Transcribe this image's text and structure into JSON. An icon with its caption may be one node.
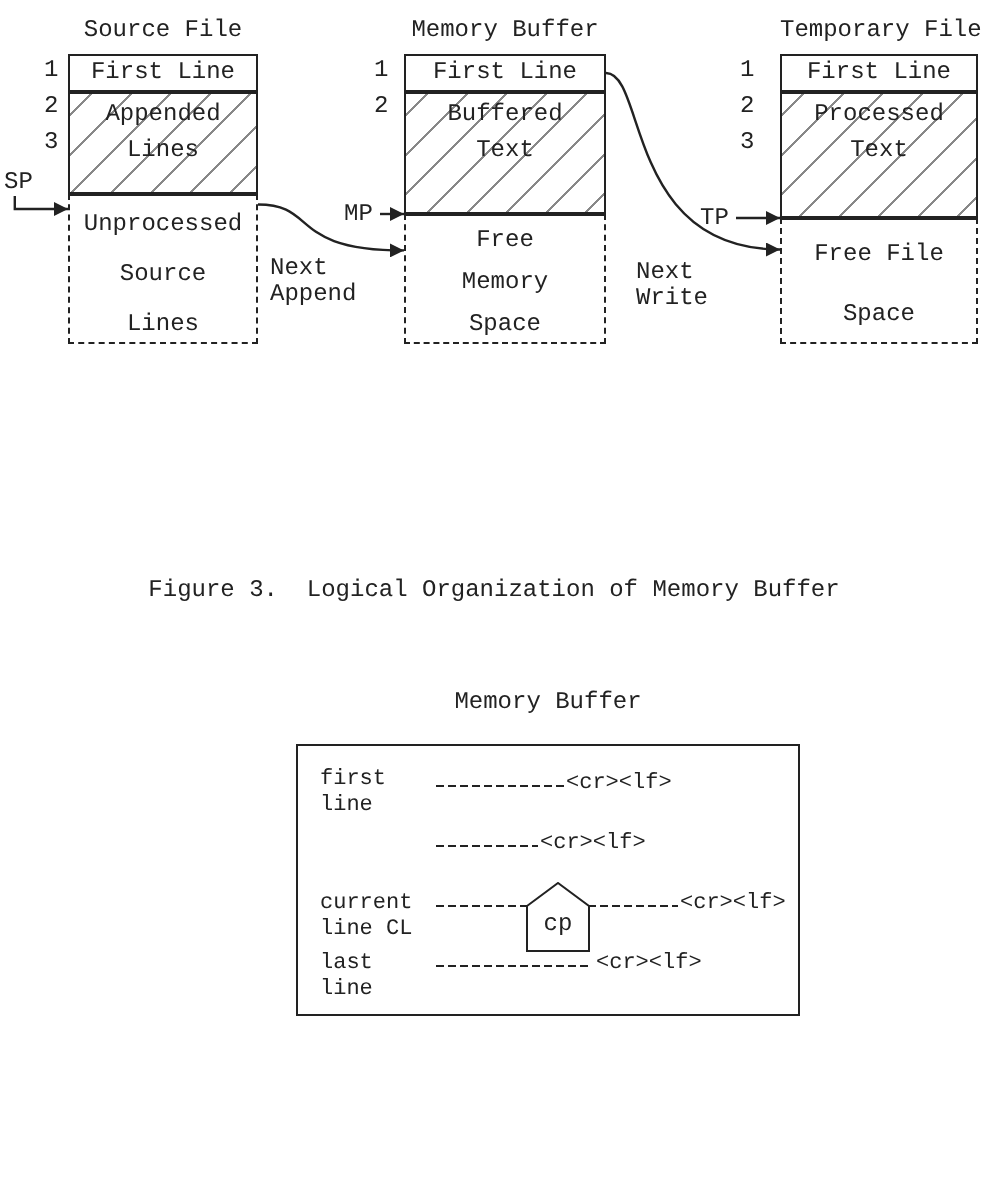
{
  "diagram": {
    "caption": "Figure 3.  Logical Organization of Memory Buffer",
    "nodes": [
      {
        "text": [
          "Source File"
        ]
      },
      {
        "text": [
          "First Line"
        ],
        "in": 0
      },
      {
        "text": [
          "Appended Lines"
        ],
        "in": 0
      },
      {
        "text": [
          "Unprocessed Source Lines"
        ],
        "in": 0
      },
      {
        "text": [
          "Memory Buffer"
        ]
      },
      {
        "text": [
          "First Line"
        ],
        "in": 4
      },
      {
        "text": [
          "Buffered Text"
        ],
        "in": 4
      },
      {
        "text": [
          "Free Memory Space"
        ],
        "in": 4
      },
      {
        "text": [
          "Temporary File"
        ]
      },
      {
        "text": [
          "First Line"
        ],
        "in": 8
      },
      {
        "text": [
          "Processed Text"
        ],
        "in": 8
      },
      {
        "text": [
          "Free File Space"
        ],
        "in": 8
      },
      {
        "text": [
          "SP"
        ]
      },
      {
        "text": [
          "MP"
        ]
      },
      {
        "text": [
          "TP"
        ]
      },
      {
        "text": [
          "Memory Buffer"
        ]
      },
      {
        "text": [
          "cp"
        ],
        "in": 15
      }
    ],
    "edges": [
      {
        "from": 3,
        "to": 7,
        "arrow": "to",
        "label": "Next Append"
      },
      {
        "from": 5,
        "to": 11,
        "arrow": "to",
        "label": "Next Write"
      },
      {
        "from": 12,
        "to": 3,
        "arrow": "to"
      },
      {
        "from": 13,
        "to": 7,
        "arrow": "to"
      },
      {
        "from": 14,
        "to": 11,
        "arrow": "to"
      }
    ],
    "labels": [
      "1",
      "1",
      "1",
      "2",
      "2",
      "2",
      "3",
      "3",
      "first line",
      "<cr><lf>",
      "<cr><lf>",
      "current line CL",
      "<cr><lf>",
      "last line",
      "<cr><lf>"
    ]
  }
}
